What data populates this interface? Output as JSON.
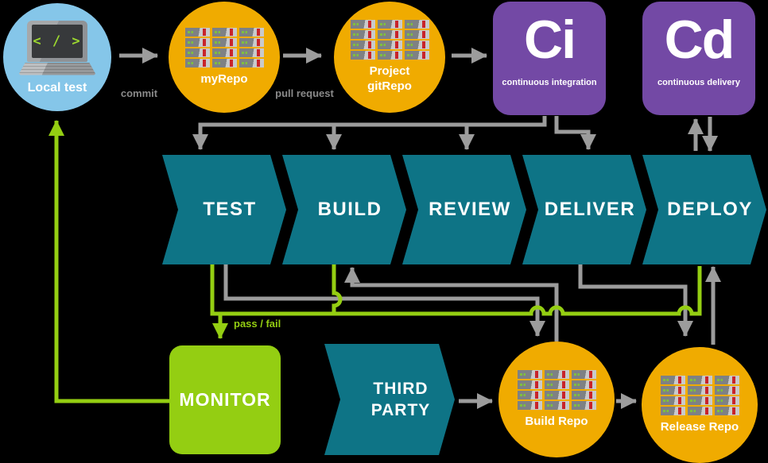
{
  "palette": {
    "background": "#000000",
    "blue": "#85C6E9",
    "orange": "#F0AB00",
    "purple": "#7349A5",
    "teal": "#0E7486",
    "green": "#94CE12",
    "arrow_gray": "#9C9C9C",
    "label_gray": "#8A8A8A"
  },
  "nodes": {
    "local_test": {
      "label": "Local test",
      "code": "< / >"
    },
    "my_repo": {
      "label": "myRepo"
    },
    "project_git_repo": {
      "line1": "Project",
      "line2": "gitRepo"
    },
    "ci": {
      "abbr": "Ci",
      "label": "continuous integration"
    },
    "cd": {
      "abbr": "Cd",
      "label": "continuous delivery"
    },
    "monitor": {
      "label": "MONITOR"
    },
    "third_party": {
      "line1": "THIRD",
      "line2": "PARTY"
    },
    "build_repo": {
      "label": "Build Repo"
    },
    "release_repo": {
      "label": "Release Repo"
    }
  },
  "pipeline": {
    "stages": [
      "TEST",
      "BUILD",
      "REVIEW",
      "DELIVER",
      "DEPLOY"
    ]
  },
  "edges": {
    "commit_label": "commit",
    "pull_request_label": "pull request",
    "pass_fail_label": "pass / fail"
  }
}
